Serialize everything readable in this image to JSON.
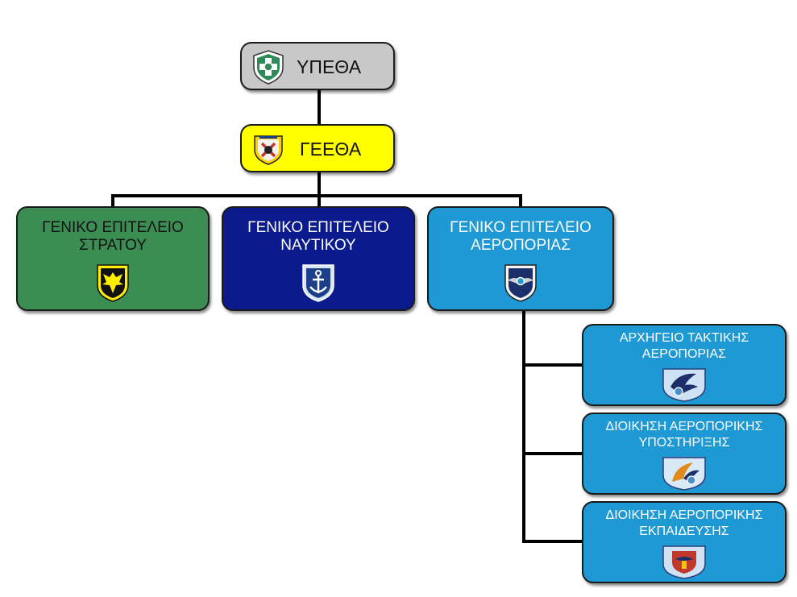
{
  "chart": {
    "ypetha": {
      "label": "ΥΠΕΘΑ",
      "color": "#c8c8c8",
      "emblem": "ministry-emblem-icon"
    },
    "geetha": {
      "label": "ΓΕΕΘΑ",
      "color": "#ffff00",
      "emblem": "hellenic-national-defence-general-staff-emblem-icon"
    },
    "staffs": [
      {
        "id": "army",
        "label": "ΓΕΝΙΚΟ ΕΠΙΤΕΛΕΙΟ ΣΤΡΑΤΟΥ",
        "color": "#3c8d54",
        "text_color": "#111111",
        "emblem": "army-eagle-emblem-icon"
      },
      {
        "id": "navy",
        "label": "ΓΕΝΙΚΟ ΕΠΙΤΕΛΕΙΟ ΝΑΥΤΙΚΟΥ",
        "color": "#0b1a8c",
        "text_color": "#ffffff",
        "emblem": "navy-anchor-emblem-icon"
      },
      {
        "id": "air",
        "label": "ΓΕΝΙΚΟ ΕΠΙΤΕΛΕΙΟ ΑΕΡΟΠΟΡΙΑΣ",
        "color": "#1f99d3",
        "text_color": "#ffffff",
        "emblem": "air-force-wings-emblem-icon"
      }
    ],
    "air_commands": [
      {
        "id": "tactical",
        "label": "ΑΡΧΗΓΕΙΟ ΤΑΚΤΙΚΗΣ ΑΕΡΟΠΟΡΙΑΣ",
        "emblem": "tactical-air-command-emblem-icon"
      },
      {
        "id": "support",
        "label": "ΔΙΟΙΚΗΣΗ ΑΕΡΟΠΟΡΙΚΗΣ ΥΠΟΣΤΗΡΙΞΗΣ",
        "emblem": "air-support-command-emblem-icon"
      },
      {
        "id": "training",
        "label": "ΔΙΟΙΚΗΣΗ ΑΕΡΟΠΟΡΙΚΗΣ ΕΚΠΑΙΔΕΥΣΗΣ",
        "emblem": "air-training-command-emblem-icon"
      }
    ],
    "command_color": "#1f99d3",
    "line_color": "#000000"
  }
}
